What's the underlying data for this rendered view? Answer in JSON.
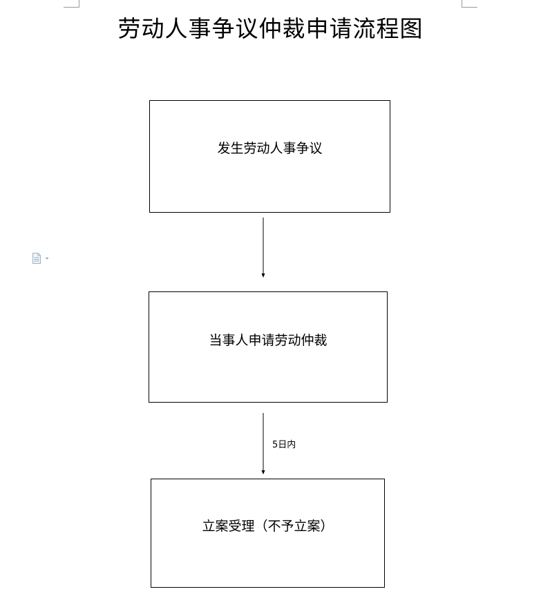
{
  "title": "劳动人事争议仲裁申请流程图",
  "steps": [
    {
      "label": "发生劳动人事争议"
    },
    {
      "label": "当事人申请劳动仲裁"
    },
    {
      "label": "立案受理（不予立案）"
    }
  ],
  "arrows": [
    {
      "from": 0,
      "to": 1,
      "note": ""
    },
    {
      "from": 1,
      "to": 2,
      "note": "5日内"
    }
  ],
  "icons": {
    "document_widget": "document-icon",
    "dropdown": "dropdown-arrow-icon"
  },
  "colors": {
    "line": "#000000",
    "widget": "#9eb3c8"
  }
}
